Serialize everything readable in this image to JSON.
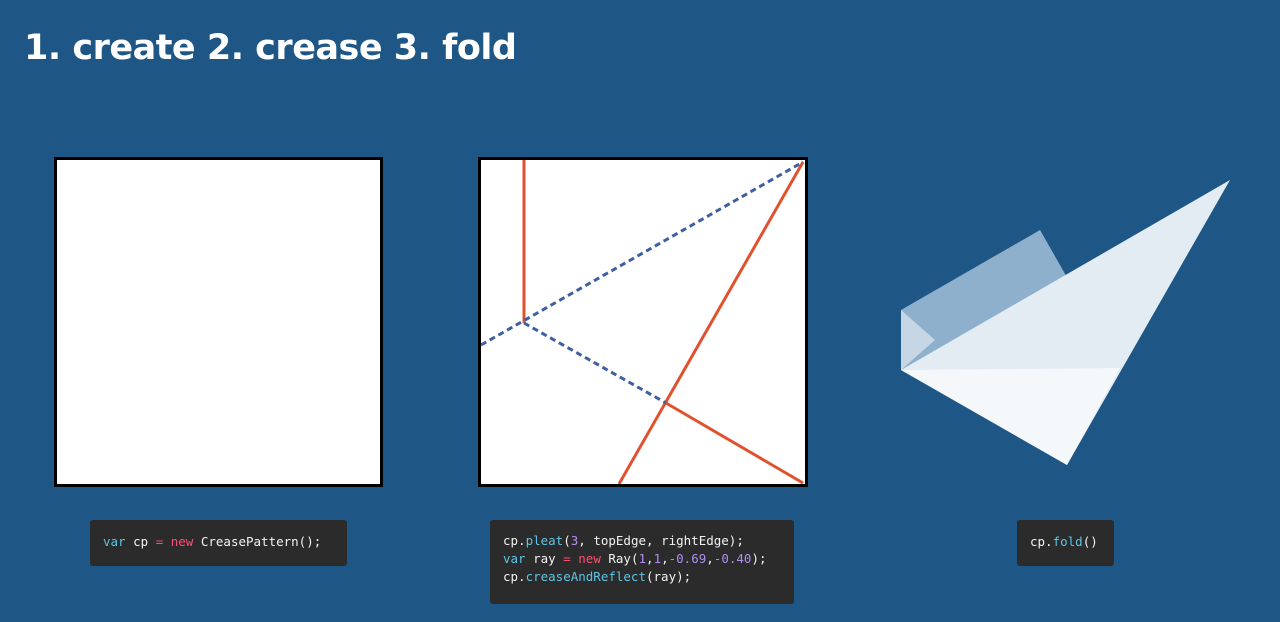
{
  "title": "1. create 2. crease 3. fold",
  "code_blocks": [
    {
      "lines": [
        [
          {
            "text": "var",
            "kind": "kw"
          },
          {
            "text": " cp ",
            "kind": "plain"
          },
          {
            "text": "=",
            "kind": "op"
          },
          {
            "text": " ",
            "kind": "plain"
          },
          {
            "text": "new",
            "kind": "op"
          },
          {
            "text": " CreasePattern();",
            "kind": "plain"
          }
        ]
      ]
    },
    {
      "lines": [
        [
          {
            "text": "cp.",
            "kind": "plain"
          },
          {
            "text": "pleat",
            "kind": "fn"
          },
          {
            "text": "(",
            "kind": "plain"
          },
          {
            "text": "3",
            "kind": "num"
          },
          {
            "text": ", topEdge, rightEdge);",
            "kind": "plain"
          }
        ],
        [
          {
            "text": "var",
            "kind": "kw"
          },
          {
            "text": " ray ",
            "kind": "plain"
          },
          {
            "text": "=",
            "kind": "op"
          },
          {
            "text": " ",
            "kind": "plain"
          },
          {
            "text": "new",
            "kind": "op"
          },
          {
            "text": " Ray(",
            "kind": "plain"
          },
          {
            "text": "1",
            "kind": "num"
          },
          {
            "text": ",",
            "kind": "plain"
          },
          {
            "text": "1",
            "kind": "num"
          },
          {
            "text": ",",
            "kind": "plain"
          },
          {
            "text": "-0.69",
            "kind": "num"
          },
          {
            "text": ",",
            "kind": "plain"
          },
          {
            "text": "-0.40",
            "kind": "num"
          },
          {
            "text": ");",
            "kind": "plain"
          }
        ],
        [
          {
            "text": "cp.",
            "kind": "plain"
          },
          {
            "text": "creaseAndReflect",
            "kind": "fn"
          },
          {
            "text": "(ray);",
            "kind": "plain"
          }
        ]
      ]
    },
    {
      "lines": [
        [
          {
            "text": "cp.",
            "kind": "plain"
          },
          {
            "text": "fold",
            "kind": "fn"
          },
          {
            "text": "()",
            "kind": "plain"
          }
        ]
      ]
    }
  ],
  "colors": {
    "background": "#1e5685",
    "paper": "#ffffff",
    "mountain_crease": "#e0522f",
    "valley_crease": "#3f5fa3",
    "code_background": "#2b2b2b"
  }
}
